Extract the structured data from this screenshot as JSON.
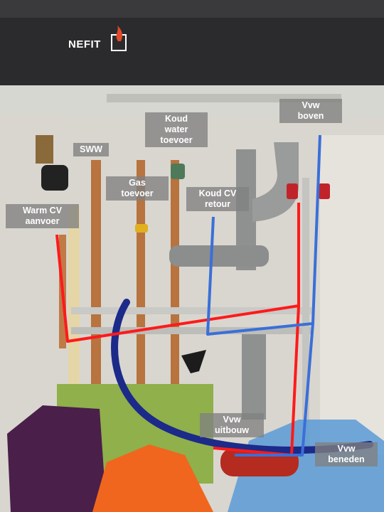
{
  "brand": {
    "logo_text": "NEFIT"
  },
  "labels": {
    "warm_cv_aanvoer": {
      "line1": "Warm CV",
      "line2": "aanvoer"
    },
    "sww": {
      "line1": "SWW"
    },
    "gas_toevoer": {
      "line1": "Gas",
      "line2": "toevoer"
    },
    "koud_water_toevoer": {
      "line1": "Koud",
      "line2": "water",
      "line3": "toevoer"
    },
    "koud_cv_retour": {
      "line1": "Koud CV",
      "line2": "retour"
    },
    "vvw_boven": {
      "line1": "Vvw",
      "line2": "boven"
    },
    "vvw_uitbouw": {
      "line1": "Vvw",
      "line2": "uitbouw"
    },
    "vvw_beneden": {
      "line1": "Vvw",
      "line2": "beneden"
    }
  },
  "colors": {
    "annotation_red": "#ff1a1a",
    "annotation_blue": "#3a6fd8",
    "label_background": "#808080",
    "boiler_body": "#2b2b2d",
    "copper": "#b8733f"
  }
}
